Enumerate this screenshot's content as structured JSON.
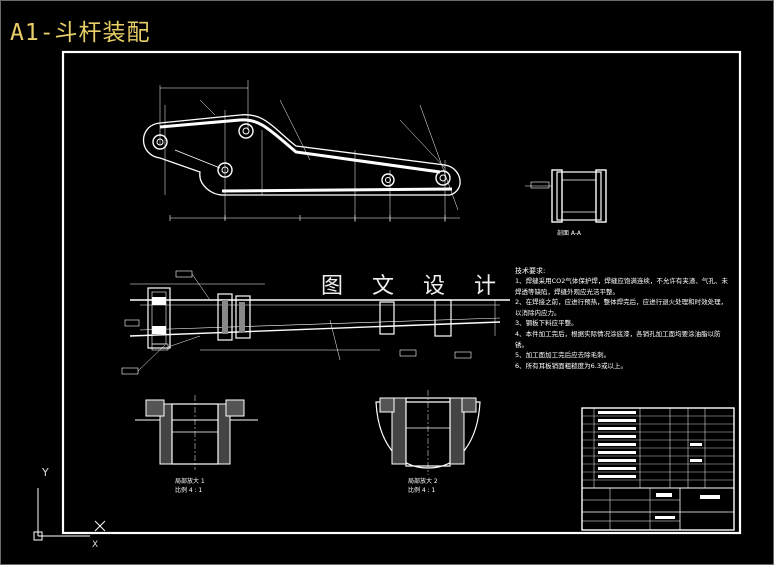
{
  "window": {
    "title": "A1-斗杆装配"
  },
  "watermark": "图 文 设 计",
  "section_label": "剖面 A-A",
  "detail_labels": [
    "局部放大 1",
    "局部放大 2"
  ],
  "detail_scales": [
    "比例 4 : 1",
    "比例 4 : 1"
  ],
  "tech_requirements": {
    "title": "技术要求:",
    "items": [
      "1、焊缝采用CO2气体保护焊，焊缝应饱满连续，不允许有夹渣、气孔、未焊透等缺陷，焊缝外观应光洁平整。",
      "2、在焊接之前，应进行预热，整体焊完后，应进行退火处理和时效处理，以消除内应力。",
      "3、钢板下料应平整。",
      "4、本件加工完后，根据实际情况涂底漆，各销孔加工面均要涂油脂以防锈。",
      "5、加工面加工完后应去除毛刺。",
      "6、所有耳板销面粗糙度为6.3或以上。"
    ]
  },
  "ucs": {
    "y_label": "Y",
    "x_label": "X"
  },
  "colors": {
    "background": "#000000",
    "lines": "#ffffff",
    "title": "#e8cf6a",
    "frame_border": "#6a6a6a"
  }
}
